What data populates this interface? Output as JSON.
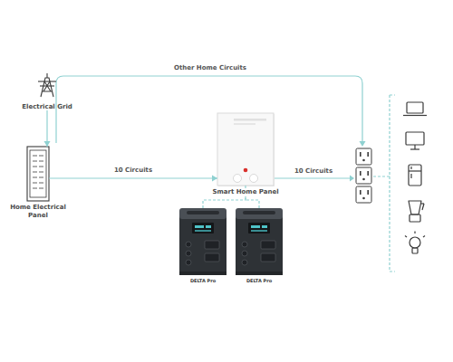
{
  "diagram": {
    "nodes": [
      {
        "text": [
          "Electrical Grid"
        ]
      },
      {
        "text": [
          "Home Electrical Panel"
        ]
      },
      {
        "text": [
          "Smart Home Panel"
        ]
      },
      {
        "text": [
          "DELTA Pro"
        ]
      },
      {
        "text": [
          "DELTA Pro"
        ]
      }
    ],
    "edges": [
      {
        "from": 0,
        "to": 1,
        "arrow": "to"
      },
      {
        "from": 1,
        "to": 2,
        "label": "10 Circuits",
        "arrow": "to"
      },
      {
        "from": 3,
        "to": 2,
        "arrow": "none"
      },
      {
        "from": 4,
        "to": 2,
        "arrow": "none"
      }
    ],
    "labels": [
      "Other Home Circuits",
      "10 Circuits"
    ]
  }
}
